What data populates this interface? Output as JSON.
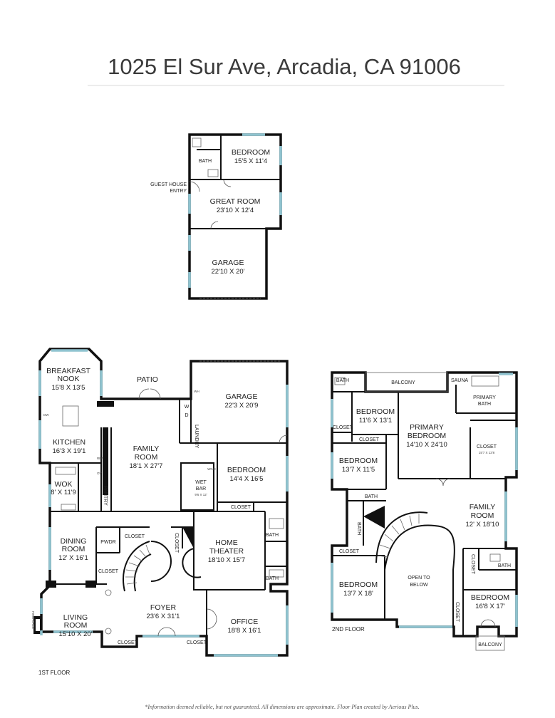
{
  "header": {
    "title": "1025 El Sur Ave, Arcadia, CA 91006"
  },
  "guest_house": {
    "entry_label_1": "GUEST HOUSE",
    "entry_label_2": "ENTRY",
    "bath": "BATH",
    "bedroom": {
      "name": "BEDROOM",
      "dims": "15'5 X 11'4"
    },
    "great_room": {
      "name": "GREAT ROOM",
      "dims": "23'10 X 12'4"
    },
    "garage": {
      "name": "GARAGE",
      "dims": "22'10 X 20'"
    }
  },
  "first_floor": {
    "floor_label": "1ST FLOOR",
    "breakfast_nook": {
      "name1": "BREAKFAST",
      "name2": "NOOK",
      "dims": "15'8 X 13'5"
    },
    "patio": "PATIO",
    "garage": {
      "name": "GARAGE",
      "dims": "22'3 X 20'9"
    },
    "kitchen": {
      "name": "KITCHEN",
      "dims": "16'3 X 19'1"
    },
    "family_room": {
      "name1": "FAMILY",
      "name2": "ROOM",
      "dims": "18'1 X 27'7"
    },
    "laundry": "LAUNDRY",
    "wok": {
      "name": "WOK",
      "dims": "8' X 11'9"
    },
    "pantry": "PANTRY",
    "wet_bar": {
      "name1": "WET",
      "name2": "BAR",
      "dims": "9'6 X 12'"
    },
    "bedroom": {
      "name": "BEDROOM",
      "dims": "14'4 X 16'5"
    },
    "closet": "CLOSET",
    "dining_room": {
      "name1": "DINING",
      "name2": "ROOM",
      "dims": "12' X 16'1"
    },
    "pwdr": "PWDR",
    "home_theater": {
      "name1": "HOME",
      "name2": "THEATER",
      "dims": "18'10 X 15'7"
    },
    "bath": "BATH",
    "foyer": {
      "name": "FOYER",
      "dims": "23'6 X 31'1"
    },
    "office": {
      "name": "OFFICE",
      "dims": "18'8 X 16'1"
    },
    "living_room": {
      "name1": "LIVING",
      "name2": "ROOM",
      "dims": "15'10 X 20'"
    },
    "fireplace": "FIREPLACE",
    "dw": "DW",
    "ref": "REF",
    "ov": "OV",
    "wh": "WH",
    "w": "W",
    "d": "D",
    "wine": "WINE"
  },
  "second_floor": {
    "floor_label": "2ND FLOOR",
    "bath": "BATH",
    "balcony": "BALCONY",
    "sauna": "SAUNA",
    "bedroom_a": {
      "name": "BEDROOM",
      "dims": "11'6 X 13'1"
    },
    "primary_bedroom": {
      "name1": "PRIMARY",
      "name2": "BEDROOM",
      "dims": "14'10 X 24'10"
    },
    "primary_bath": {
      "name1": "PRIMARY",
      "name2": "BATH"
    },
    "closet": "CLOSET",
    "primary_closet": {
      "name": "CLOSET",
      "dims": "15'7 X 13'8"
    },
    "bedroom_b": {
      "name": "BEDROOM",
      "dims": "13'7 X 11'5"
    },
    "family_room": {
      "name1": "FAMILY",
      "name2": "ROOM",
      "dims": "12' X 18'10"
    },
    "open_to_below": {
      "line1": "OPEN TO",
      "line2": "BELOW"
    },
    "bedroom_c": {
      "name": "BEDROOM",
      "dims": "13'7 X 18'"
    },
    "bedroom_d": {
      "name": "BEDROOM",
      "dims": "16'8 X 17'"
    }
  },
  "footer": {
    "disclaimer": "*Information deemed reliable, but not guaranteed. All dimensions are approximate. Floor Plan created by Aerious Plus."
  }
}
